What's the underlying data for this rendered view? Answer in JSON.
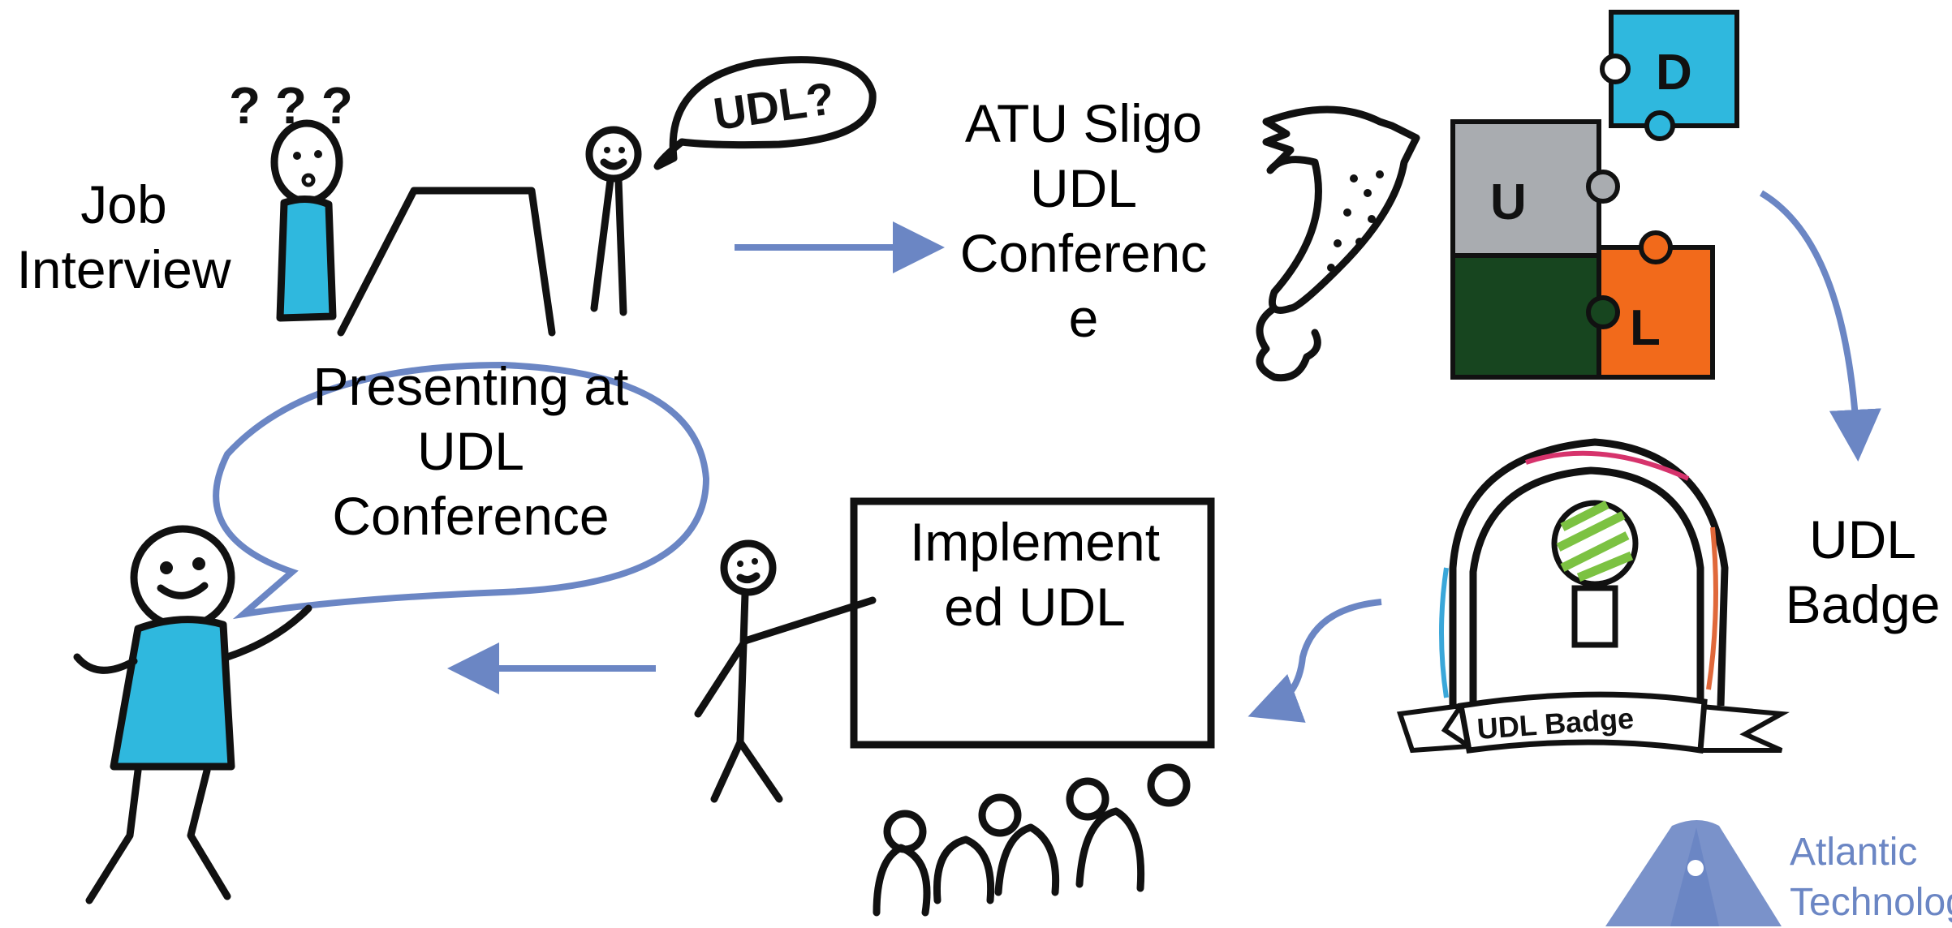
{
  "steps": {
    "job_interview": "Job\nInterview",
    "conference": "ATU Sligo\nUDL\nConferenc\ne",
    "badge": "UDL\nBadge",
    "implemented": "Implement\ned UDL",
    "presenting": "Presenting at\nUDL\nConference"
  },
  "drawing_text": {
    "speech_bubble": "UDL?",
    "question_marks": "? ? ?",
    "puzzle_u": "U",
    "puzzle_d": "D",
    "puzzle_l": "L",
    "badge_ribbon": "UDL Badge"
  },
  "logo": {
    "text": "Atlantic\nTechnolog"
  },
  "colors": {
    "arrow": "#6b86c4",
    "figure_fill": "#2fb8de",
    "puzzle_gray": "#a9acb0",
    "puzzle_green": "#17451f",
    "puzzle_orange": "#f26a1b",
    "puzzle_blue": "#2fb8de",
    "bulb_green": "#7cc242",
    "ribbon_pink": "#d6336c",
    "ribbon_blue": "#3aa7d9",
    "ribbon_orange": "#e0683a"
  }
}
